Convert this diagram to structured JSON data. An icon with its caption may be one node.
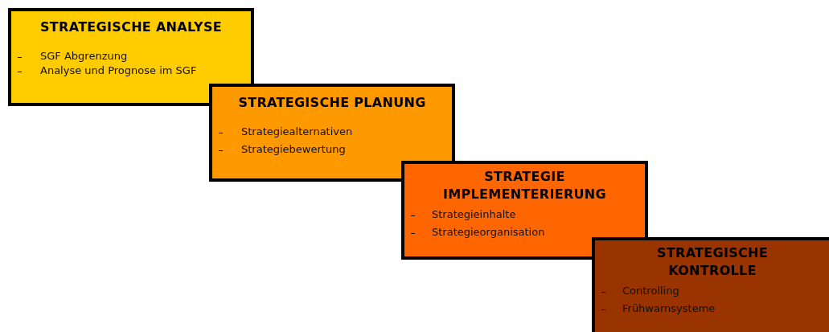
{
  "diagram": {
    "nodes": [
      {
        "text": [
          "STRATEGISCHE ANALYSE",
          "SGF Abgrenzung",
          "Analyse und Prognose im SGF"
        ]
      },
      {
        "text": [
          "STRATEGISCHE PLANUNG",
          "Strategiealternativen",
          "Strategiebewertung"
        ]
      },
      {
        "text": [
          "STRATEGIE IMPLEMENTERIERUNG",
          "Strategieinhalte",
          "Strategieorganisation"
        ]
      },
      {
        "text": [
          "STRATEGISCHE KONTROLLE",
          "Controlling",
          "Frühwarnsysteme"
        ]
      }
    ]
  }
}
